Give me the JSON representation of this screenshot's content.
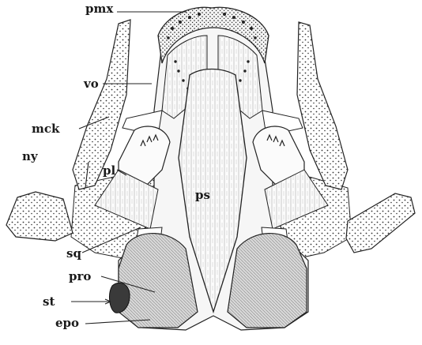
{
  "figure": {
    "labels": {
      "pmx": "pmx",
      "vo": "vo",
      "mck": "mck",
      "ny": "ny",
      "pl": "pl",
      "ps": "ps",
      "sq": "sq",
      "pro": "pro",
      "st": "st",
      "epo": "epo"
    }
  }
}
